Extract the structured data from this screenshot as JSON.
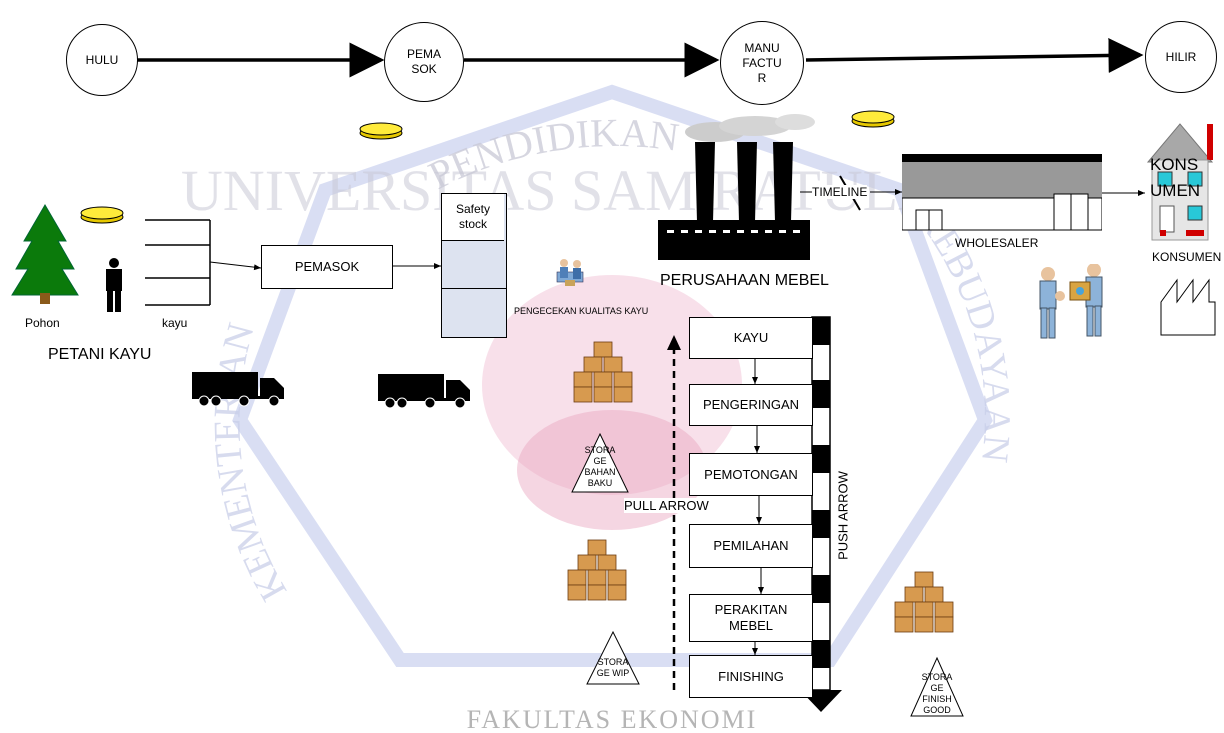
{
  "chain": [
    "HULU",
    "PEMA\nSOK",
    "MANU\nFACTU\nR",
    "HILIR"
  ],
  "watermark": {
    "arc_top": "PENDIDIKAN",
    "arc_left": "KEMENTERIAN",
    "arc_right": "KEBUDAYAAN",
    "middle": "UNIVERSITAS SAM RATULANGI",
    "bottom": "FAKULTAS EKONOMI"
  },
  "left": {
    "tree_label": "Pohon",
    "wood_label": "kayu",
    "group_label": "PETANI KAYU",
    "supplier_box": "PEMASOK",
    "safety_stock": "Safety\nstock"
  },
  "factory": {
    "label": "PERUSAHAAN MEBEL",
    "quality_check": "PENGECEKAN KUALITAS KAYU",
    "timeline": "TIMELINE",
    "wholesaler": "WHOLESALER",
    "consumer_house": "KONS\nUMEN",
    "consumer": "KONSUMEN"
  },
  "process_steps": [
    "KAYU",
    "PENGERINGAN",
    "PEMOTONGAN",
    "PEMILAHAN",
    "PERAKITAN\nMEBEL",
    "FINISHING"
  ],
  "arrows": {
    "pull": "PULL ARROW",
    "push": "PUSH ARROW"
  },
  "storage": [
    "STORA\nGE\nBAHAN\nBAKU",
    "STORA\nGE WIP",
    "STORA\nGE\nFINISH\nGOOD"
  ]
}
